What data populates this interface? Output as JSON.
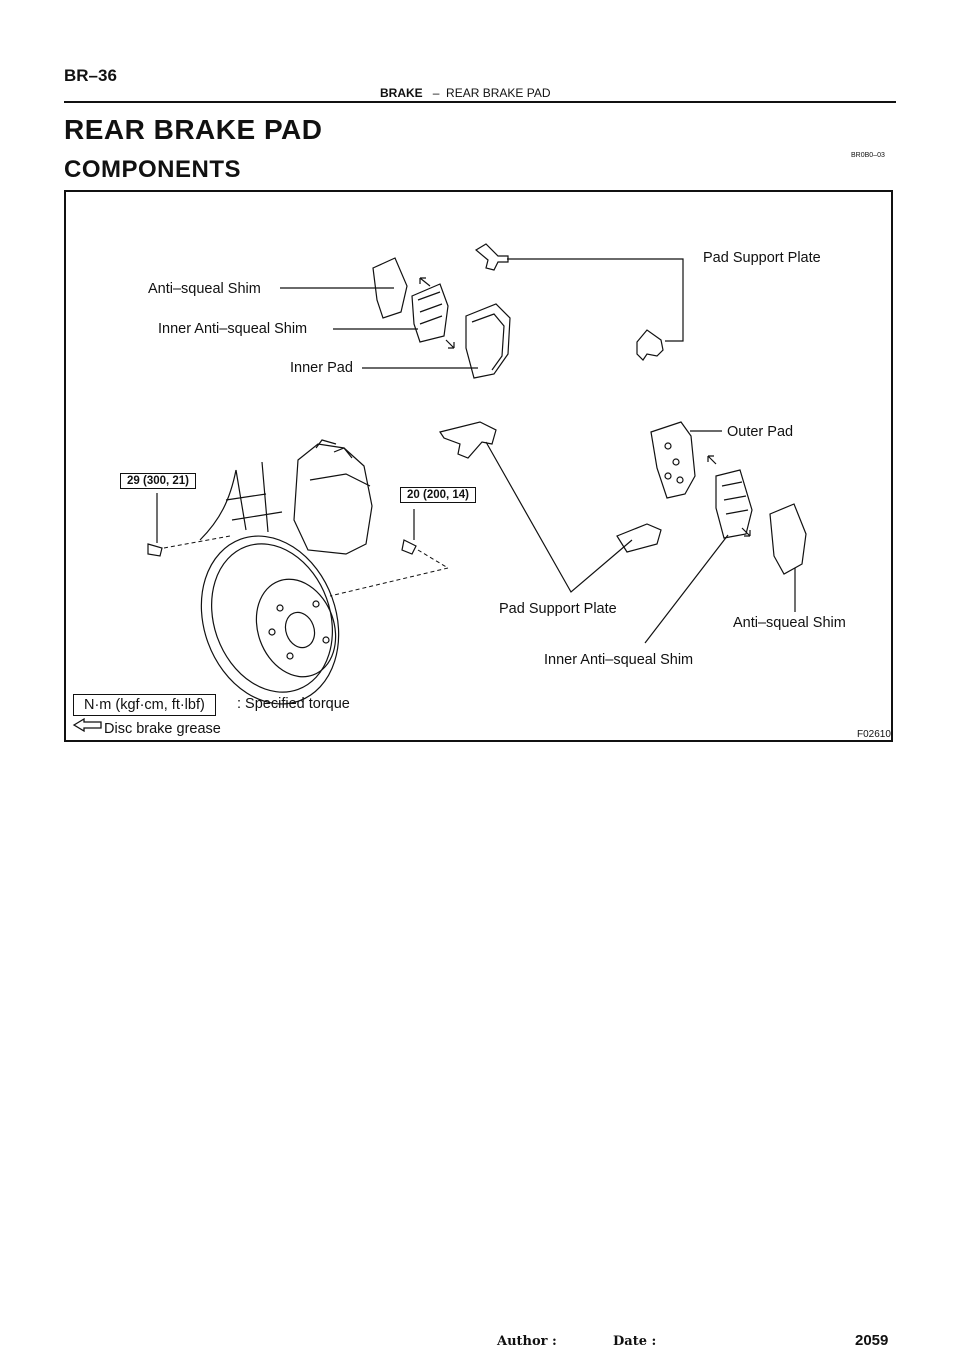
{
  "header": {
    "page_number": "BR–36",
    "section": "BRAKE",
    "separator": "–",
    "subsection": "REAR BRAKE PAD"
  },
  "title": "REAR BRAKE PAD",
  "subtitle": "COMPONENTS",
  "doc_code": "BR0B0–03",
  "figure": {
    "labels": {
      "pad_support_plate_top": "Pad Support Plate",
      "anti_squeal_shim_left": "Anti–squeal Shim",
      "inner_anti_squeal_shim_left": "Inner Anti–squeal Shim",
      "inner_pad": "Inner Pad",
      "outer_pad": "Outer Pad",
      "pad_support_plate_bottom": "Pad Support Plate",
      "anti_squeal_shim_right": "Anti–squeal Shim",
      "inner_anti_squeal_shim_right": "Inner Anti–squeal Shim"
    },
    "torque_left": "29 (300, 21)",
    "torque_right": "20 (200, 14)",
    "legend": {
      "torque_unit": "N·m (kgf·cm, ft·lbf)",
      "torque_text": ": Specified torque",
      "grease_text": "Disc brake grease"
    },
    "figure_code": "F02610",
    "icons": [
      "grease-arrow-icon"
    ]
  },
  "footer": {
    "author_label": "Author :",
    "date_label": "Date :",
    "page": "2059"
  }
}
